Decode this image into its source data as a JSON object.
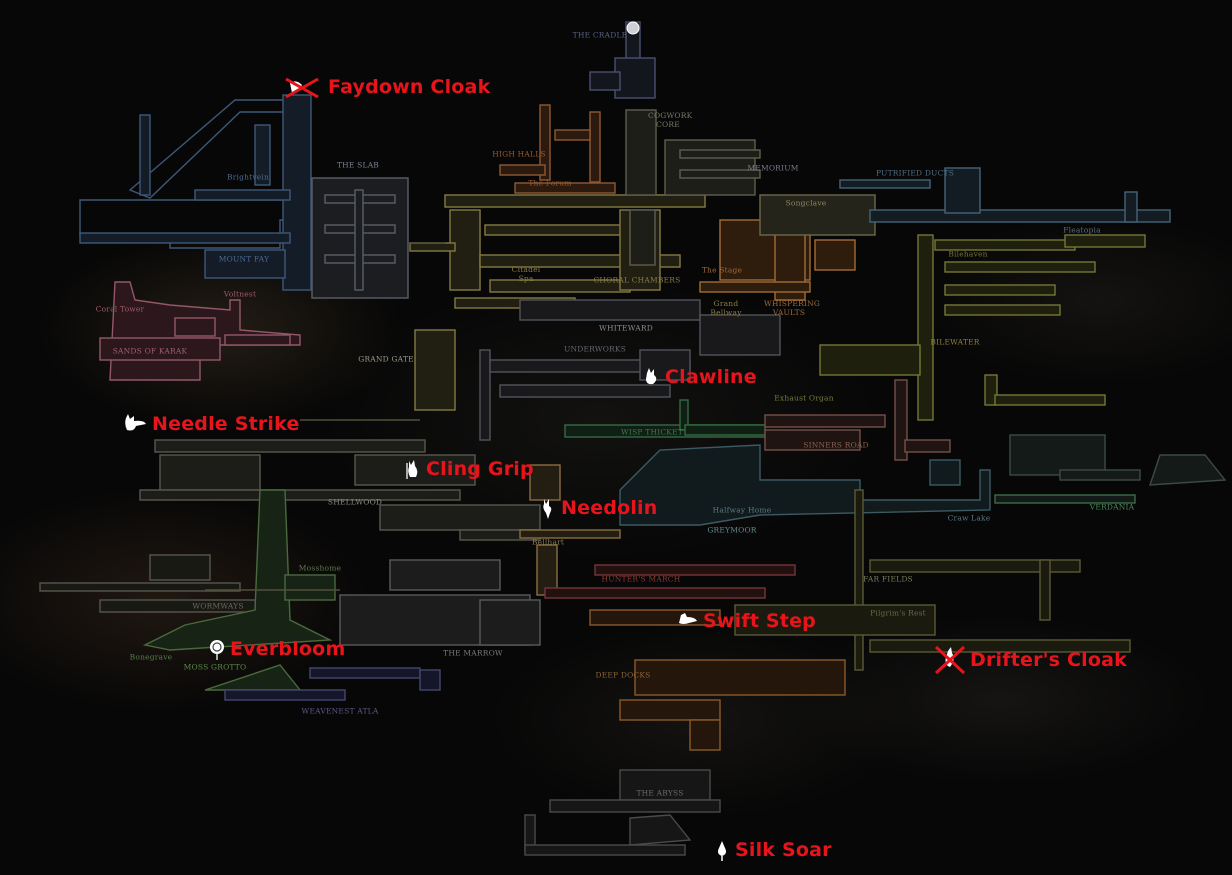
{
  "colors": {
    "annotation": "#e8141c",
    "icon": "#ffffff",
    "background": "#070707"
  },
  "regions": {
    "the_cradle": "THE CRADLE",
    "high_halls": "HIGH HALLS",
    "the_forum": "The Forum",
    "cogwork_core": "COGWORK CORE",
    "memorium": "MEMORIUM",
    "songclave": "Songclave",
    "putrified_ducts": "PUTRIFIED DUCTS",
    "fleatopia": "Fleatopia",
    "bilehaven": "Bilehaven",
    "citadel_spa": "Citadel Spa",
    "choral_chambers": "CHORAL CHAMBERS",
    "the_stage": "The Stage",
    "grand_bellway": "Grand Bellway",
    "whispering_vaults": "WHISPERING VAULTS",
    "whiteward": "WHITEWARD",
    "bilewater": "BILEWATER",
    "underworks": "UNDERWORKS",
    "grand_gate": "GRAND GATE",
    "exhaust_organ": "Exhaust Organ",
    "wisp_thicket": "WISP THICKET",
    "sinners_road": "SINNERS ROAD",
    "halfway_home": "Halfway Home",
    "greymoor": "GREYMOOR",
    "craw_lake": "Craw Lake",
    "verdania": "VERDANIA",
    "shellwood": "SHELLWOOD",
    "bellhart": "Bellhart",
    "hunters_march": "HUNTER'S MARCH",
    "far_fields": "FAR FIELDS",
    "pilgrims_rest": "Pilgrim's Rest",
    "deep_docks": "DEEP DOCKS",
    "the_abyss": "THE ABYSS",
    "mosshome": "Mosshome",
    "wormways": "WORMWAYS",
    "bonegrave": "Bonegrave",
    "moss_grotto": "MOSS GROTTO",
    "the_marrow": "THE MARROW",
    "weavenest_atla": "WEAVENEST ATLA",
    "the_slab": "THE SLAB",
    "brightvein": "Brightvein",
    "mount_fay": "MOUNT FAY",
    "voltnest": "Voltnest",
    "coral_tower": "Coral Tower",
    "sands_of_karak": "SANDS OF KARAK"
  },
  "abilities": [
    {
      "name": "Faydown Cloak",
      "icon": "faydown-cloak-icon",
      "crossed": true
    },
    {
      "name": "Clawline",
      "icon": "clawline-icon",
      "crossed": false
    },
    {
      "name": "Needle Strike",
      "icon": "needle-strike-icon",
      "crossed": false
    },
    {
      "name": "Cling Grip",
      "icon": "cling-grip-icon",
      "crossed": false
    },
    {
      "name": "Needolin",
      "icon": "needolime-icon",
      "crossed": false
    },
    {
      "name": "Swift Step",
      "icon": "swift-step-icon",
      "crossed": false
    },
    {
      "name": "Everbloom",
      "icon": "everbloom-icon",
      "crossed": false
    },
    {
      "name": "Drifter's Cloak",
      "icon": "drifters-cloak-icon",
      "crossed": true
    },
    {
      "name": "Silk Soar",
      "icon": "silk-soar-icon",
      "crossed": false
    }
  ]
}
